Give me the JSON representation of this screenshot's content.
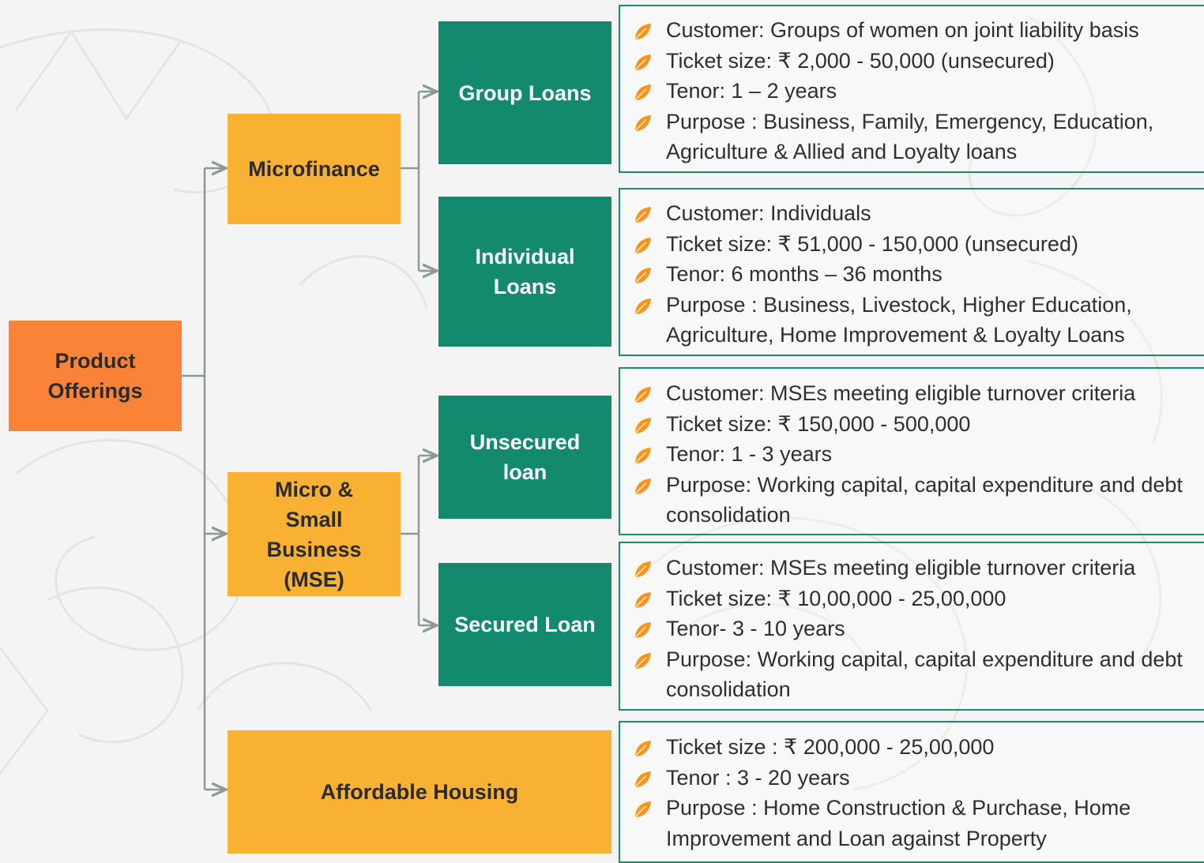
{
  "colors": {
    "root": "#fb8338",
    "category": "#f8b133",
    "product": "#138a6e",
    "panel_border": "#1d8a6e",
    "connector": "#8a9a94"
  },
  "root": {
    "label": "Product\nOfferings"
  },
  "categories": {
    "microfinance": "Microfinance",
    "mse": "Micro &\nSmall\nBusiness\n(MSE)",
    "housing": "Affordable Housing"
  },
  "products": {
    "group_loans": "Group Loans",
    "individual_loans": "Individual\nLoans",
    "unsecured_loan": "Unsecured\nloan",
    "secured_loan": "Secured Loan"
  },
  "details": {
    "group_loans": [
      "Customer: Groups of women on joint liability basis",
      "Ticket size: ₹ 2,000 - 50,000 (unsecured)",
      "Tenor: 1 – 2 years",
      "Purpose : Business, Family, Emergency, Education, Agriculture & Allied and Loyalty loans"
    ],
    "individual_loans": [
      "Customer: Individuals",
      "Ticket size: ₹ 51,000 - 150,000 (unsecured)",
      "Tenor: 6 months – 36 months",
      "Purpose : Business, Livestock, Higher Education, Agriculture, Home Improvement & Loyalty Loans"
    ],
    "unsecured_loan": [
      "Customer: MSEs meeting eligible turnover criteria",
      "Ticket size: ₹ 150,000 - 500,000",
      "Tenor: 1 - 3 years",
      "Purpose: Working capital, capital expenditure and debt consolidation"
    ],
    "secured_loan": [
      "Customer: MSEs meeting eligible turnover criteria",
      "Ticket size: ₹ 10,00,000 - 25,00,000",
      "Tenor- 3 - 10 years",
      "Purpose: Working capital, capital expenditure and debt consolidation"
    ],
    "housing": [
      "Ticket size : ₹ 200,000 - 25,00,000",
      "Tenor : 3 - 20 years",
      "Purpose : Home Construction & Purchase, Home Improvement and Loan against Property"
    ]
  }
}
